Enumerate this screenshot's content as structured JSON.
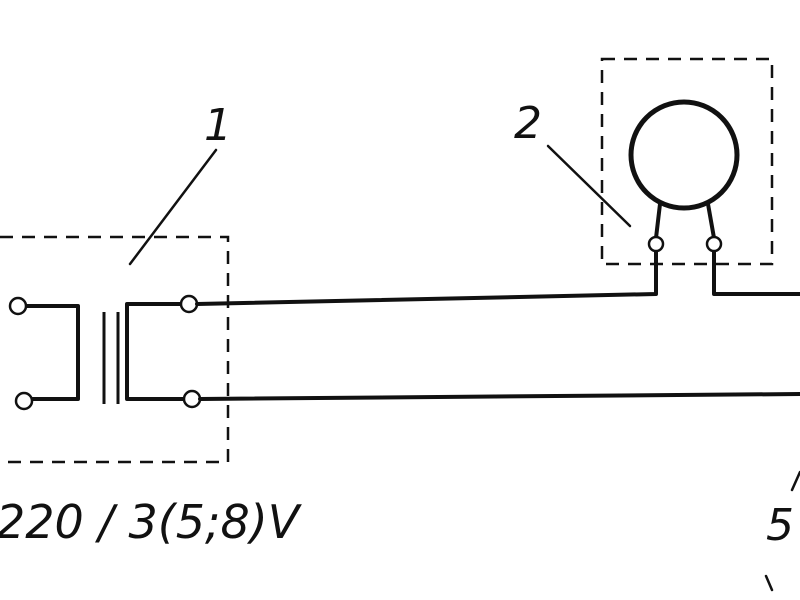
{
  "labels": {
    "transformer_number": "1",
    "bell_number": "2",
    "right_number": "5",
    "voltage": "220 / 3(5;8)V"
  }
}
